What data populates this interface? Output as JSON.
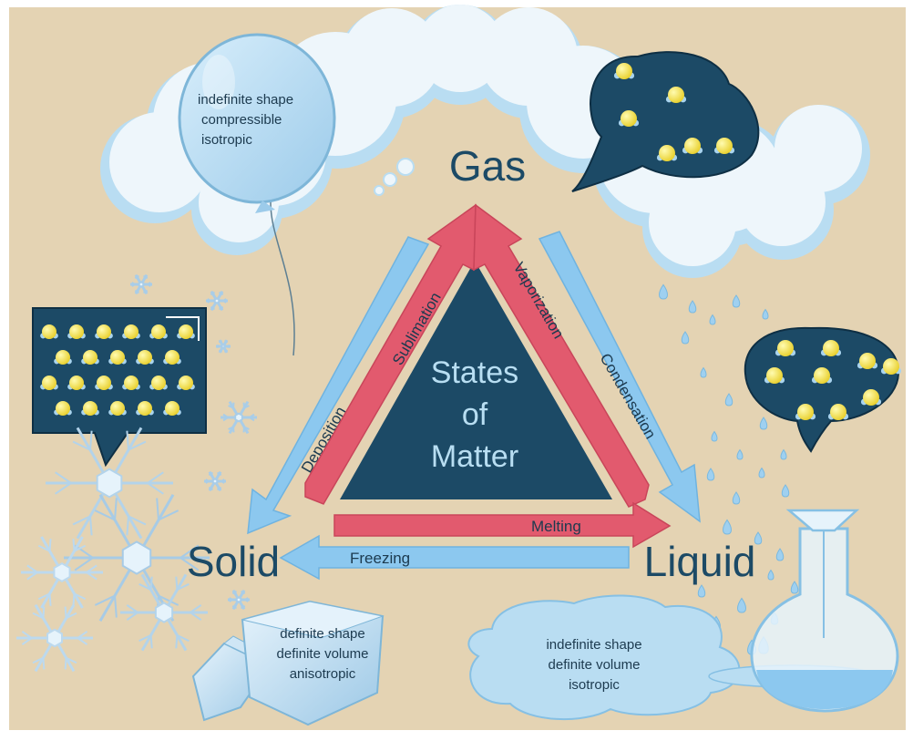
{
  "center_title": [
    "States",
    "of",
    "Matter"
  ],
  "states": {
    "gas": "Gas",
    "solid": "Solid",
    "liquid": "Liquid"
  },
  "transitions": {
    "sublimation": "Sublimation",
    "vaporization": "Vaporization",
    "deposition": "Deposition",
    "condensation": "Condensation",
    "melting": "Melting",
    "freezing": "Freezing"
  },
  "properties": {
    "gas": [
      "indefinite shape",
      "compressible",
      "isotropic"
    ],
    "solid": [
      "definite shape",
      "definite volume",
      "anisotropic"
    ],
    "liquid": [
      "indefinite shape",
      "definite volume",
      "isotropic"
    ]
  },
  "colors": {
    "background": "#e4d3b3",
    "navy": "#1c4a66",
    "red_arrow": "#e25a6e",
    "blue_arrow": "#8cc8ef",
    "cloud": "#eef6fb",
    "molecule": "#f3e34a",
    "bond": "#a9d4ef"
  },
  "icons": [
    "balloon-icon",
    "snowflake-icon",
    "ice-cube-icon",
    "droplet-icon",
    "flask-icon",
    "molecule-icon"
  ]
}
